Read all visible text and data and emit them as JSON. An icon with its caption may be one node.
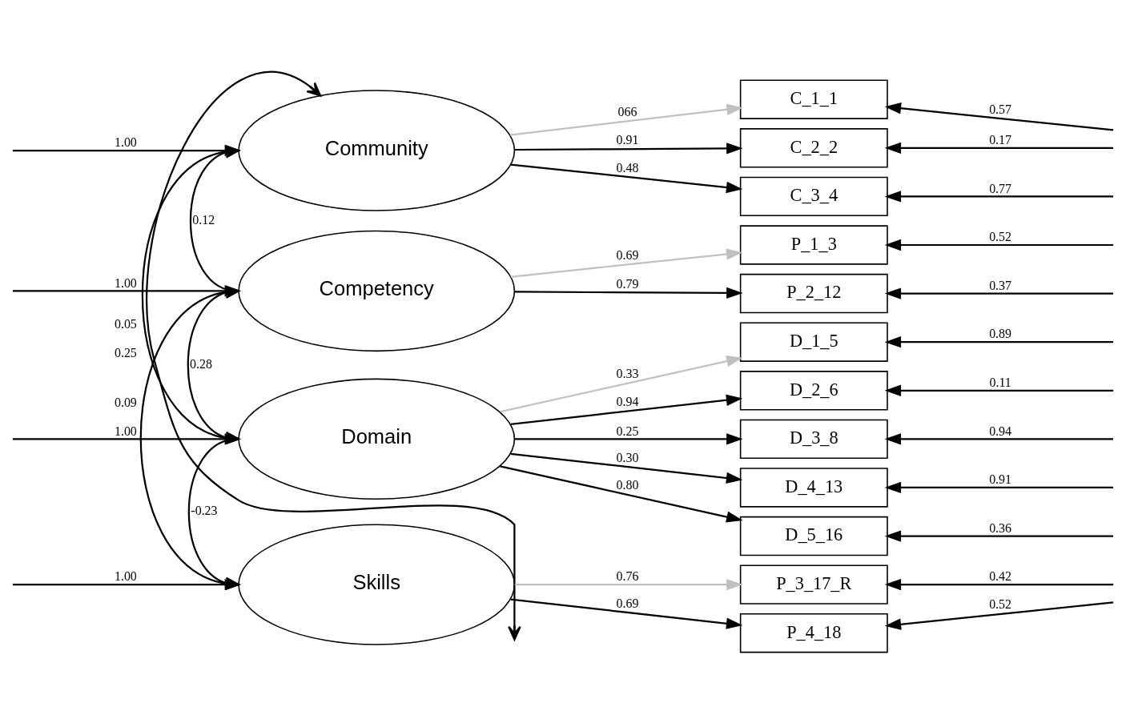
{
  "diagram": {
    "nodes": [
      {
        "text": [
          "Community"
        ]
      },
      {
        "text": [
          "Competency"
        ]
      },
      {
        "text": [
          "Domain"
        ]
      },
      {
        "text": [
          "Skills"
        ]
      },
      {
        "text": [
          "C_1_1"
        ]
      },
      {
        "text": [
          "C_2_2"
        ]
      },
      {
        "text": [
          "C_3_4"
        ]
      },
      {
        "text": [
          "P_1_3"
        ]
      },
      {
        "text": [
          "P_2_12"
        ]
      },
      {
        "text": [
          "D_1_5"
        ]
      },
      {
        "text": [
          "D_2_6"
        ]
      },
      {
        "text": [
          "D_3_8"
        ]
      },
      {
        "text": [
          "D_4_13"
        ]
      },
      {
        "text": [
          "D_5_16"
        ]
      },
      {
        "text": [
          "P_3_17_R"
        ]
      },
      {
        "text": [
          "P_4_18"
        ]
      }
    ],
    "edges": [
      {
        "from": null,
        "to": 0,
        "arrow": "to",
        "label": "1.00"
      },
      {
        "from": null,
        "to": 1,
        "arrow": "to",
        "label": "1.00"
      },
      {
        "from": null,
        "to": 2,
        "arrow": "to",
        "label": "1.00"
      },
      {
        "from": null,
        "to": 3,
        "arrow": "to",
        "label": "1.00"
      },
      {
        "from": 0,
        "to": 4,
        "arrow": "to",
        "label": "066",
        "color": "#c0c0c0"
      },
      {
        "from": 0,
        "to": 5,
        "arrow": "to",
        "label": "0.91"
      },
      {
        "from": 0,
        "to": 6,
        "arrow": "to",
        "label": "0.48"
      },
      {
        "from": 1,
        "to": 7,
        "arrow": "to",
        "label": "0.69",
        "color": "#c0c0c0"
      },
      {
        "from": 1,
        "to": 8,
        "arrow": "to",
        "label": "0.79"
      },
      {
        "from": 2,
        "to": 9,
        "arrow": "to",
        "label": "0.33",
        "color": "#c0c0c0"
      },
      {
        "from": 2,
        "to": 10,
        "arrow": "to",
        "label": "0.94"
      },
      {
        "from": 2,
        "to": 11,
        "arrow": "to",
        "label": "0.25"
      },
      {
        "from": 2,
        "to": 12,
        "arrow": "to",
        "label": "0.30"
      },
      {
        "from": 2,
        "to": 13,
        "arrow": "to",
        "label": "0.80"
      },
      {
        "from": 3,
        "to": 14,
        "arrow": "to",
        "label": "0.76",
        "color": "#c0c0c0"
      },
      {
        "from": 3,
        "to": 15,
        "arrow": "to",
        "label": "0.69"
      },
      {
        "from": null,
        "to": 4,
        "arrow": "to",
        "label": "0.57"
      },
      {
        "from": null,
        "to": 5,
        "arrow": "to",
        "label": "0.17"
      },
      {
        "from": null,
        "to": 6,
        "arrow": "to",
        "label": "0.77"
      },
      {
        "from": null,
        "to": 7,
        "arrow": "to",
        "label": "0.52"
      },
      {
        "from": null,
        "to": 8,
        "arrow": "to",
        "label": "0.37"
      },
      {
        "from": null,
        "to": 9,
        "arrow": "to",
        "label": "0.89"
      },
      {
        "from": null,
        "to": 10,
        "arrow": "to",
        "label": "0.11"
      },
      {
        "from": null,
        "to": 11,
        "arrow": "to",
        "label": "0.94"
      },
      {
        "from": null,
        "to": 12,
        "arrow": "to",
        "label": "0.91"
      },
      {
        "from": null,
        "to": 13,
        "arrow": "to",
        "label": "0.36"
      },
      {
        "from": null,
        "to": 14,
        "arrow": "to",
        "label": "0.42"
      },
      {
        "from": null,
        "to": 15,
        "arrow": "to",
        "label": "0.52"
      },
      {
        "from": 0,
        "to": 1,
        "arrow": "both",
        "label": "0.12"
      },
      {
        "from": 0,
        "to": 2,
        "arrow": "both",
        "label": "0.05"
      },
      {
        "from": 0,
        "to": 3,
        "arrow": "both",
        "label": "0.25"
      },
      {
        "from": 1,
        "to": 2,
        "arrow": "both",
        "label": "0.28"
      },
      {
        "from": 1,
        "to": 3,
        "arrow": "both",
        "label": "0.09"
      },
      {
        "from": 2,
        "to": 3,
        "arrow": "both",
        "label": "-0.23"
      }
    ]
  }
}
